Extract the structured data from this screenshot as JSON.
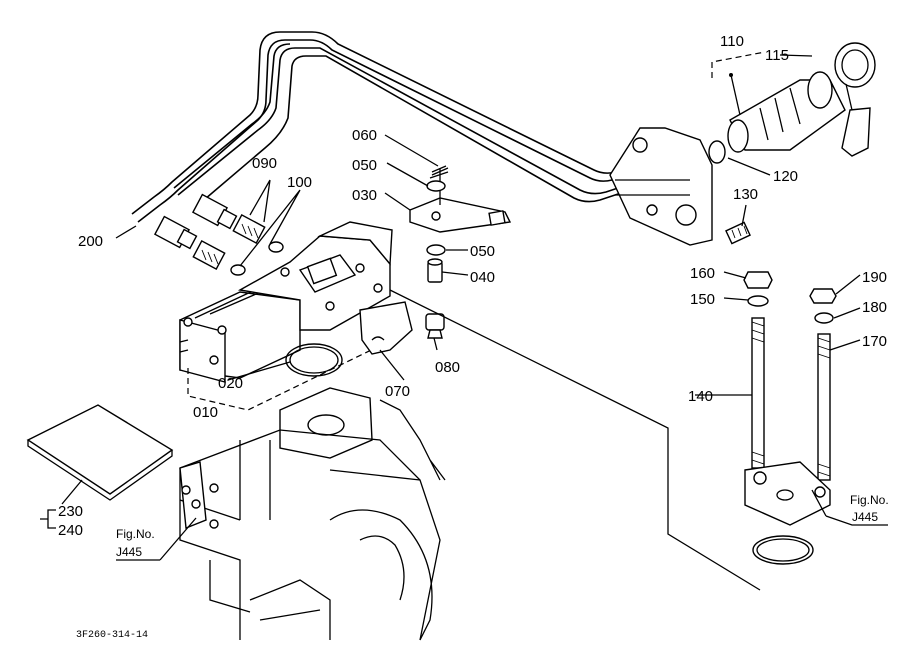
{
  "labels": {
    "p010": "010",
    "p020": "020",
    "p030": "030",
    "p040": "040",
    "p050a": "050",
    "p050b": "050",
    "p060": "060",
    "p070": "070",
    "p080": "080",
    "p090": "090",
    "p100": "100",
    "p110": "110",
    "p115": "115",
    "p120": "120",
    "p130": "130",
    "p140": "140",
    "p150": "150",
    "p160": "160",
    "p170": "170",
    "p180": "180",
    "p190": "190",
    "p200": "200",
    "p230": "230",
    "p240": "240"
  },
  "fig_refs": {
    "left": {
      "caption": "Fig.No.",
      "number": "J445"
    },
    "right": {
      "caption": "Fig.No.",
      "number": "J445"
    }
  },
  "drawing_code": "3F260-314-14"
}
